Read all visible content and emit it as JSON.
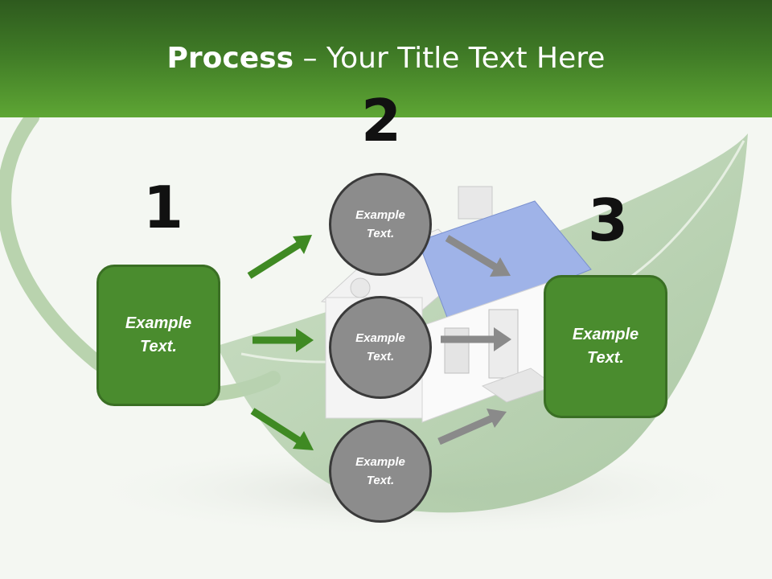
{
  "title": {
    "bold": "Process",
    "rest": " – Your Title Text Here"
  },
  "steps": [
    {
      "number": "1",
      "text": "Example Text."
    },
    {
      "number": "2",
      "items": [
        "Example Text.",
        "Example Text.",
        "Example Text."
      ]
    },
    {
      "number": "3",
      "text": "Example Text."
    }
  ],
  "colors": {
    "header": "#4a8c2e",
    "box": "#4a8c2e",
    "circle": "#8c8c8c",
    "green_arrow": "#3f8a23",
    "gray_arrow": "#8a8a8a"
  }
}
